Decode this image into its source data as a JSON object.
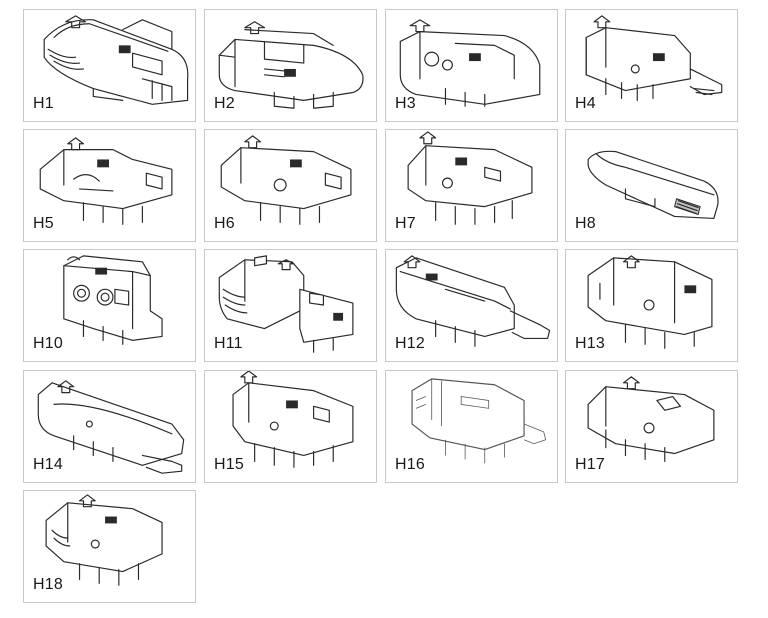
{
  "adapters": [
    {
      "label": "H1",
      "icon": "h1-adapter-icon"
    },
    {
      "label": "H2",
      "icon": "h2-adapter-icon"
    },
    {
      "label": "H3",
      "icon": "h3-adapter-icon"
    },
    {
      "label": "H4",
      "icon": "h4-adapter-icon"
    },
    {
      "label": "H5",
      "icon": "h5-adapter-icon"
    },
    {
      "label": "H6",
      "icon": "h6-adapter-icon"
    },
    {
      "label": "H7",
      "icon": "h7-adapter-icon"
    },
    {
      "label": "H8",
      "icon": "h8-adapter-icon"
    },
    {
      "label": "H10",
      "icon": "h10-adapter-icon"
    },
    {
      "label": "H11",
      "icon": "h11-adapter-icon"
    },
    {
      "label": "H12",
      "icon": "h12-adapter-icon"
    },
    {
      "label": "H13",
      "icon": "h13-adapter-icon"
    },
    {
      "label": "H14",
      "icon": "h14-adapter-icon"
    },
    {
      "label": "H15",
      "icon": "h15-adapter-icon"
    },
    {
      "label": "H16",
      "icon": "h16-adapter-icon"
    },
    {
      "label": "H17",
      "icon": "h17-adapter-icon"
    },
    {
      "label": "H18",
      "icon": "h18-adapter-icon"
    }
  ],
  "colors": {
    "border": "#c8c8c8",
    "line": "#2a2a2a",
    "background": "#ffffff"
  }
}
